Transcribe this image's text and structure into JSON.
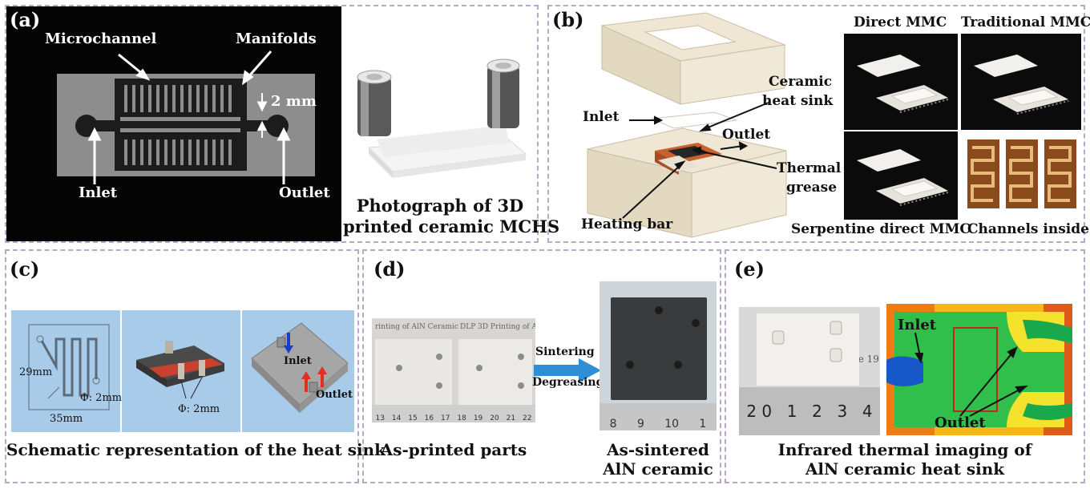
{
  "panel_a": {
    "label": "(a)",
    "microchannel": "Microchannel",
    "manifolds": "Manifolds",
    "dim": "2 mm",
    "inlet": "Inlet",
    "outlet": "Outlet",
    "caption_line1": "Photograph of 3D",
    "caption_line2": "printed ceramic MCHS"
  },
  "panel_b": {
    "label": "(b)",
    "ceramic_line1": "Ceramic",
    "ceramic_line2": "heat sink",
    "inlet": "Inlet",
    "outlet": "Outlet",
    "thermal_line1": "Thermal",
    "thermal_line2": "grease",
    "heating_bar": "Heating bar",
    "direct_mmc": "Direct MMC",
    "traditional_mmc": "Traditional MMC",
    "serpentine": "Serpentine direct MMC",
    "channels_inside": "Channels inside"
  },
  "panel_c": {
    "label": "(c)",
    "dim_29": "29mm",
    "dim_35": "35mm",
    "phi_1": "Φ: 2mm",
    "phi_2": "Φ: 2mm",
    "inlet": "Inlet",
    "outlet": "Outlet",
    "caption": "Schematic representation of the heat sink"
  },
  "panel_d": {
    "label": "(d)",
    "left_part_text": "rinting of AlN Ceramic",
    "right_part_text": "DLP 3D Printing of A",
    "sintering": "Sintering",
    "degreasing": "Degreasing",
    "ruler_left": [
      "13",
      "14",
      "15",
      "16",
      "17",
      "18",
      "19",
      "20",
      "21",
      "22"
    ],
    "ruler_right": [
      "8",
      "9",
      "10",
      "1"
    ],
    "caption_printed": "As-printed parts",
    "caption_sintered_1": "As-sintered",
    "caption_sintered_2": "AlN ceramic"
  },
  "panel_e": {
    "label": "(e)",
    "inlet": "Inlet",
    "outlet": "Outlet",
    "ruler": [
      "2 0",
      "1",
      "2",
      "3",
      "4"
    ],
    "bg_text": "ce 19",
    "caption_line1": "Infrared thermal imaging of",
    "caption_line2": "AlN ceramic heat sink"
  },
  "colors": {
    "frame": "#b9a9c7",
    "blue_bg": "#a9cbea",
    "copper": "#c8612e",
    "arrow_blue": "#2e8fd6"
  }
}
